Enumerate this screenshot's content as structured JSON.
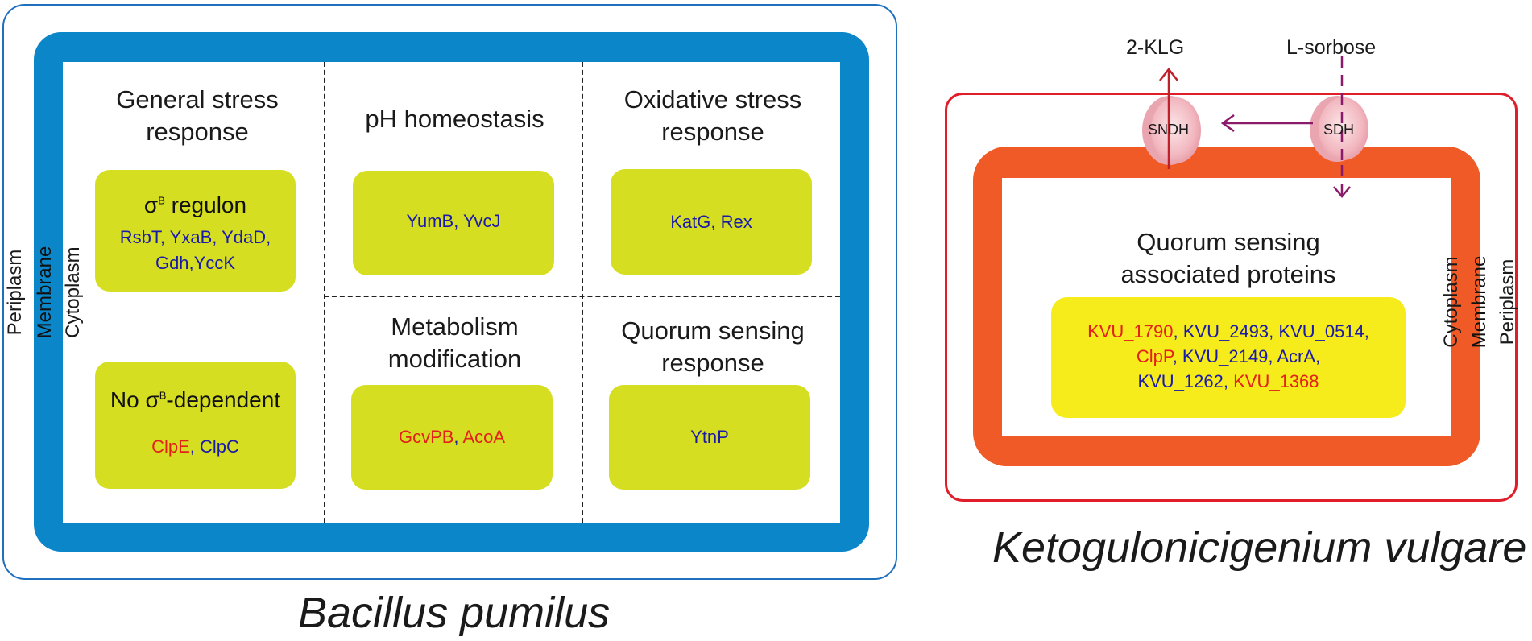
{
  "left_cell": {
    "species": "Bacillus pumilus",
    "layers": {
      "periplasm": "Periplasm",
      "membrane": "Membrane",
      "cytoplasm": "Cytoplasm"
    },
    "general_stress": {
      "title_line1": "General stress",
      "title_line2": "response",
      "sigma_regulon": {
        "sigma": "σ",
        "superscript": "B",
        "suffix": " regulon",
        "genes_line1": [
          {
            "text": "RsbT",
            "color": "blue"
          },
          {
            "text": ", ",
            "color": "blue"
          },
          {
            "text": "YxaB",
            "color": "blue"
          },
          {
            "text": ", ",
            "color": "blue"
          },
          {
            "text": "YdaD",
            "color": "blue"
          },
          {
            "text": ",",
            "color": "blue"
          }
        ],
        "genes_line2": [
          {
            "text": "Gdh",
            "color": "blue"
          },
          {
            "text": ",",
            "color": "blue"
          },
          {
            "text": "YccK",
            "color": "blue"
          }
        ]
      },
      "no_sigma": {
        "prefix": "No σ",
        "superscript": "B",
        "suffix": "-dependent",
        "genes": [
          {
            "text": "ClpE",
            "color": "red"
          },
          {
            "text": ", ",
            "color": "blue"
          },
          {
            "text": "ClpC",
            "color": "blue"
          }
        ]
      }
    },
    "ph": {
      "title": "pH homeostasis",
      "genes": [
        {
          "text": "YumB",
          "color": "blue"
        },
        {
          "text": ", ",
          "color": "blue"
        },
        {
          "text": "YvcJ",
          "color": "blue"
        }
      ]
    },
    "oxidative": {
      "title_line1": "Oxidative stress",
      "title_line2": "response",
      "genes": [
        {
          "text": "KatG",
          "color": "blue"
        },
        {
          "text": ", ",
          "color": "blue"
        },
        {
          "text": "Rex",
          "color": "blue"
        }
      ]
    },
    "metabolism": {
      "title_line1": "Metabolism",
      "title_line2": "modification",
      "genes": [
        {
          "text": "GcvPB",
          "color": "red"
        },
        {
          "text": ", ",
          "color": "blue"
        },
        {
          "text": "AcoA",
          "color": "red"
        }
      ]
    },
    "quorum": {
      "title_line1": "Quorum sensing",
      "title_line2": "response",
      "genes": [
        {
          "text": "YtnP",
          "color": "blue"
        }
      ]
    }
  },
  "right_cell": {
    "species": "Ketogulonicigenium vulgare",
    "layers": {
      "cytoplasm": "Cytoplasm",
      "membrane": "Membrane",
      "periplasm": "Periplasm"
    },
    "product": "2-KLG",
    "substrate": "L-sorbose",
    "enzyme1": "SNDH",
    "enzyme2": "SDH",
    "qs_title_line1": "Quorum sensing",
    "qs_title_line2": "associated proteins",
    "qs_lines": [
      [
        {
          "text": "KVU_1790",
          "color": "red"
        },
        {
          "text": ", ",
          "color": "blue"
        },
        {
          "text": "KVU_2493",
          "color": "blue"
        },
        {
          "text": ", ",
          "color": "blue"
        },
        {
          "text": "KVU_0514",
          "color": "blue"
        },
        {
          "text": ",",
          "color": "blue"
        }
      ],
      [
        {
          "text": "ClpP",
          "color": "red"
        },
        {
          "text": ", ",
          "color": "blue"
        },
        {
          "text": "KVU_2149",
          "color": "blue"
        },
        {
          "text": ", ",
          "color": "blue"
        },
        {
          "text": "AcrA",
          "color": "blue"
        },
        {
          "text": ",",
          "color": "blue"
        }
      ],
      [
        {
          "text": "KVU_1262",
          "color": "blue"
        },
        {
          "text": ", ",
          "color": "blue"
        },
        {
          "text": "KVU_1368",
          "color": "red"
        }
      ]
    ]
  },
  "colors": {
    "blue_text": "#1a1aa8",
    "red_text": "#e3201b",
    "bp_membrane": "#0a86c9",
    "kv_membrane": "#ef5a26",
    "gene_box_green": "#d6de22",
    "gene_box_yellow": "#f6ec1b",
    "arrow_purple": "#8a1a6a"
  }
}
